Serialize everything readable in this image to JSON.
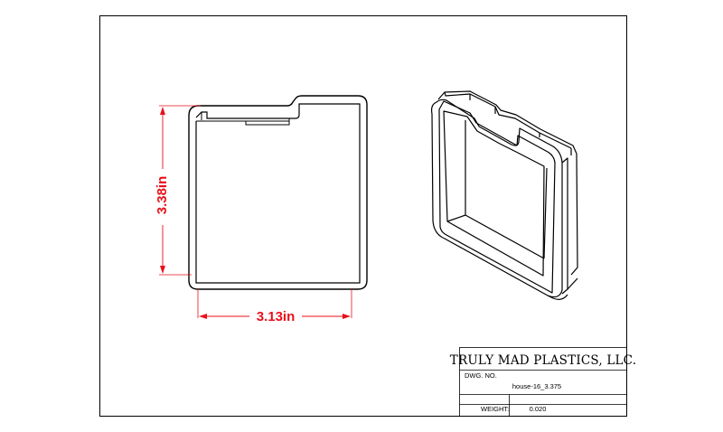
{
  "drawing": {
    "dimensions": {
      "height": "3.38in",
      "width": "3.13in"
    },
    "dimension_color": "#e8101a",
    "title_block": {
      "company": "TRULY MAD PLASTICS, LLC.",
      "dwg_no_label": "DWG.  NO.",
      "dwg_no_value": "house-16_3.375",
      "weight_label": "WEIGHT:",
      "weight_value": "0.020"
    }
  }
}
